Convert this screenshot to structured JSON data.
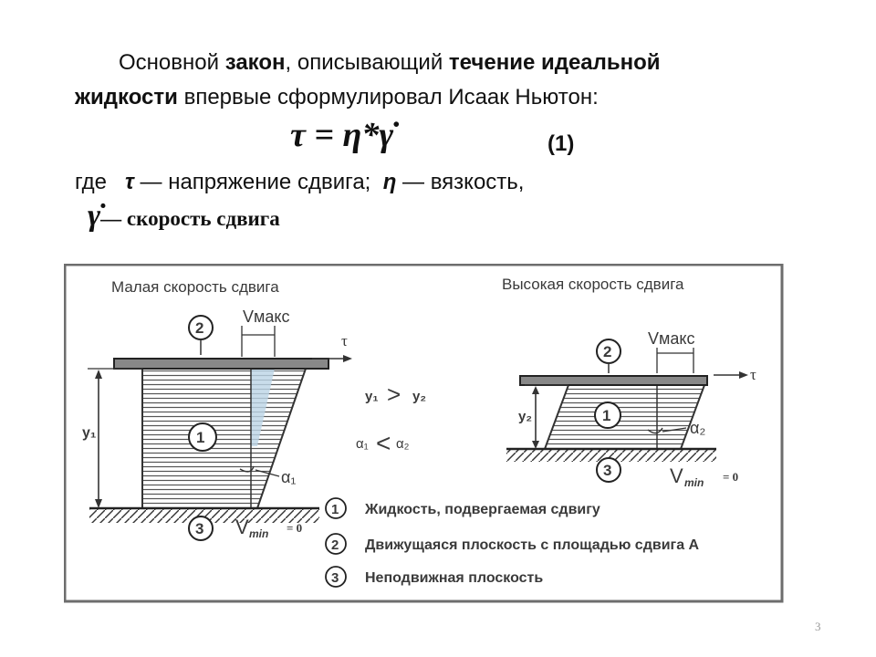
{
  "intro": {
    "line1_a": "Основной ",
    "line1_b": "закон",
    "line1_c": ", описывающий ",
    "line1_d": "течение идеальной",
    "line2_a": "жидкости",
    "line2_b": " впервые сформулировал Исаак Ньютон:"
  },
  "formula": {
    "text": "τ = η*γ̇",
    "number": "(1)"
  },
  "where_line": {
    "prefix": "где ",
    "tau": "τ",
    "tau_desc": " — напряжение сдвига; ",
    "eta": "η",
    "eta_desc": " — вязкость,"
  },
  "gamma_line": {
    "symbol": "γ̇",
    "desc": "— скорость сдвига"
  },
  "diagram": {
    "left_title": "Малая скорость сдвига",
    "right_title": "Высокая скорость сдвига",
    "left": {
      "vmax": "Vмакс",
      "tau": "τ",
      "y": "y₁",
      "alpha": "α₁",
      "vmin_v": "V",
      "vmin_sub": "min",
      "vmin_eq": "= 0"
    },
    "right": {
      "vmax": "Vмакс",
      "tau": "τ",
      "y": "y₂",
      "alpha": "α₂",
      "vmin_v": "V",
      "vmin_sub": "min",
      "vmin_eq": "= 0"
    },
    "middle": {
      "y_compare": [
        "y₁",
        ">",
        "y₂"
      ],
      "alpha_compare": [
        "α₁",
        "<",
        "α₂"
      ]
    },
    "circle_numbers": [
      "1",
      "2",
      "3"
    ],
    "legend": [
      {
        "num": "1",
        "text": "Жидкость, подвергаемая сдвигу"
      },
      {
        "num": "2",
        "text": "Движущаяся плоскость с площадью сдвига А"
      },
      {
        "num": "3",
        "text": "Неподвижная плоскость"
      }
    ]
  },
  "page_number": "3"
}
